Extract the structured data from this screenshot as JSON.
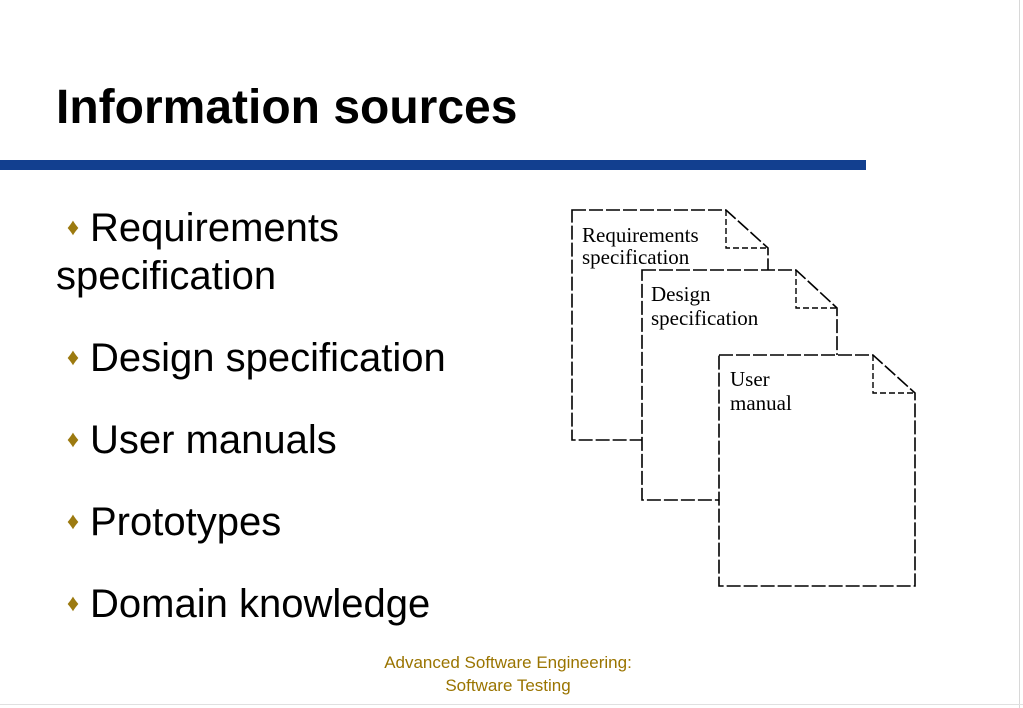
{
  "slide": {
    "title": "Information sources",
    "accent_color": "#123f8f",
    "bullet_color": "#9c7a10",
    "bullets": [
      "Requirements specification",
      "Design specification",
      "User manuals",
      "Prototypes",
      "Domain knowledge"
    ],
    "bullet_icon": "diamond-icon"
  },
  "diagram": {
    "documents": [
      {
        "line1": "Requirements",
        "line2": "specification"
      },
      {
        "line1": "Design",
        "line2": "specification"
      },
      {
        "line1": "User",
        "line2": "manual"
      }
    ]
  },
  "footer": {
    "line1": "Advanced Software Engineering:",
    "line2": "Software Testing",
    "color": "#9a7400"
  }
}
